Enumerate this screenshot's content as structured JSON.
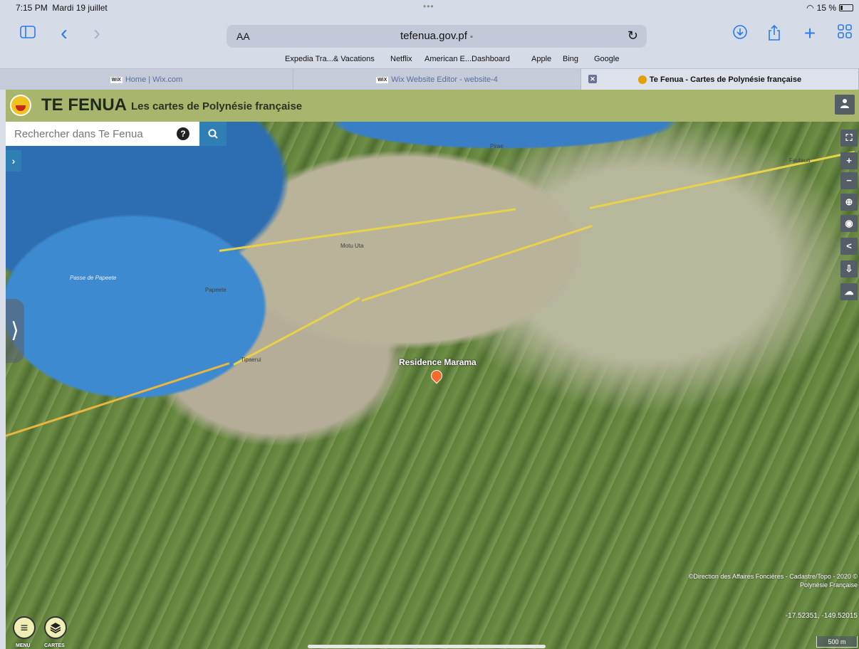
{
  "status_bar": {
    "time": "7:15 PM",
    "date": "Mardi 19 juillet",
    "dots": "•••",
    "battery": "15 %"
  },
  "toolbar": {
    "aa": "AA",
    "url": "tefenua.gov.pf",
    "lock": "🔒",
    "reload": "↻",
    "sidebar_icon": "sidebar-icon",
    "back": "‹",
    "forward": "›",
    "download": "⊕",
    "share": "⇪",
    "add": "+",
    "tabs_icon": "⊞"
  },
  "bookmarks": [
    "Expedia Tra...& Vacations",
    "Netflix",
    "American E...Dashboard",
    "Apple",
    "Bing",
    "Google"
  ],
  "tabs": [
    {
      "label": "Home | Wix.com",
      "badge": "WiX"
    },
    {
      "label": "Wix Website Editor - website-4",
      "badge": "WiX"
    },
    {
      "label": "Te Fenua - Cartes de Polynésie française"
    }
  ],
  "app": {
    "title": "TE FENUA",
    "subtitle": "Les cartes de Polynésie française"
  },
  "search": {
    "placeholder": "Rechercher dans Te Fenua",
    "help": "?",
    "button": "🔍"
  },
  "map": {
    "marker_label": "Residence Marama",
    "labels": {
      "papeete": "Papeete",
      "passe": "Passe de Papeete",
      "motu": "Motu Uta",
      "tipaerui": "Tipaerui",
      "pirae": "Pirae",
      "fautaua": "Fautaua"
    },
    "attribution_line1": "©Direction des Affaires Foncières - Cadastre/Topo - 2020 ©",
    "attribution_line2": "Polynésie Française",
    "coords": "-17.52351, -149.52015",
    "scale": "500 m"
  },
  "bottom": {
    "menu": "MENU",
    "cartes": "CARTES"
  },
  "colors": {
    "appbar": "#a7b56d",
    "accent": "#2f7fb5",
    "marker": "#f26b2a"
  }
}
